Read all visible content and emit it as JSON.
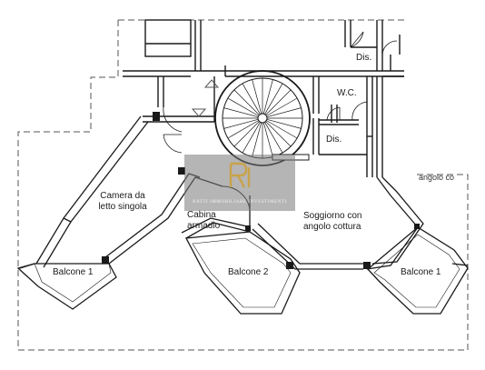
{
  "rooms": {
    "disimpegno_top": "Dis.",
    "wc": "W.C.",
    "disimpegno_mid": "Dis.",
    "angolo_partial": "angolo co",
    "camera_line1": "Camera da",
    "camera_line2": "letto singola",
    "cabina_line1": "Cabina",
    "cabina_line2": "armadio",
    "soggiorno_line1": "Soggiorno con",
    "soggiorno_line2": "angolo cottura",
    "balcone_left": "Balcone 1",
    "balcone_mid": "Balcone 2",
    "balcone_right": "Balcone 1"
  },
  "watermark": {
    "monogram": "RI",
    "tagline": "RATTI IMMOBILIARE INVESTIMENTI"
  },
  "colors": {
    "wall": "#1a1a1a",
    "dashed_boundary": "#555555",
    "logo_gold": "#c9a24a"
  }
}
